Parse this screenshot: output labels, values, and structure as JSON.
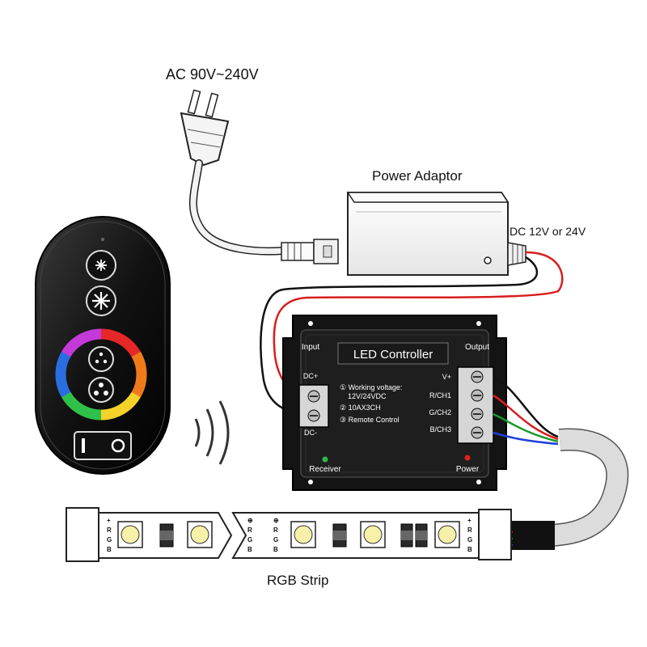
{
  "labels": {
    "ac_input": "AC 90V~240V",
    "power_adaptor": "Power Adaptor",
    "dc_output": "DC 12V or 24V",
    "rgb_strip": "RGB Strip"
  },
  "controller": {
    "title": "LED Controller",
    "input_label": "Input",
    "output_label": "Output",
    "dc_plus": "DC+",
    "dc_minus": "DC-",
    "specs": [
      "① Working voltage:",
      "12V/24VDC",
      "② 10AX3CH",
      "③ Remote Control"
    ],
    "channels": [
      "V+",
      "R/CH1",
      "G/CH2",
      "B/CH3"
    ],
    "receiver_label": "Receiver",
    "power_label": "Power"
  },
  "strip": {
    "pin_labels": [
      "+",
      "R",
      "G",
      "B"
    ],
    "pin_labels_mid": [
      "⊕",
      "R",
      "G",
      "B"
    ],
    "pin_labels_end": [
      "+",
      "R",
      "G",
      "B"
    ]
  },
  "colors": {
    "wire_red": "#d81e1e",
    "wire_green": "#1a9a2a",
    "wire_blue": "#1f3fd8",
    "wire_black": "#111111",
    "controller_body": "#1c1c1c",
    "led_yellow": "#f6f0a8",
    "receiver_led": "#2fb84a",
    "power_led": "#e02020"
  },
  "icons": [
    "brightness-low-icon",
    "brightness-high-icon",
    "color-wheel-icon",
    "mode-dots-icon",
    "power-toggle-icon",
    "wireless-signal-icon",
    "ac-plug-icon"
  ]
}
